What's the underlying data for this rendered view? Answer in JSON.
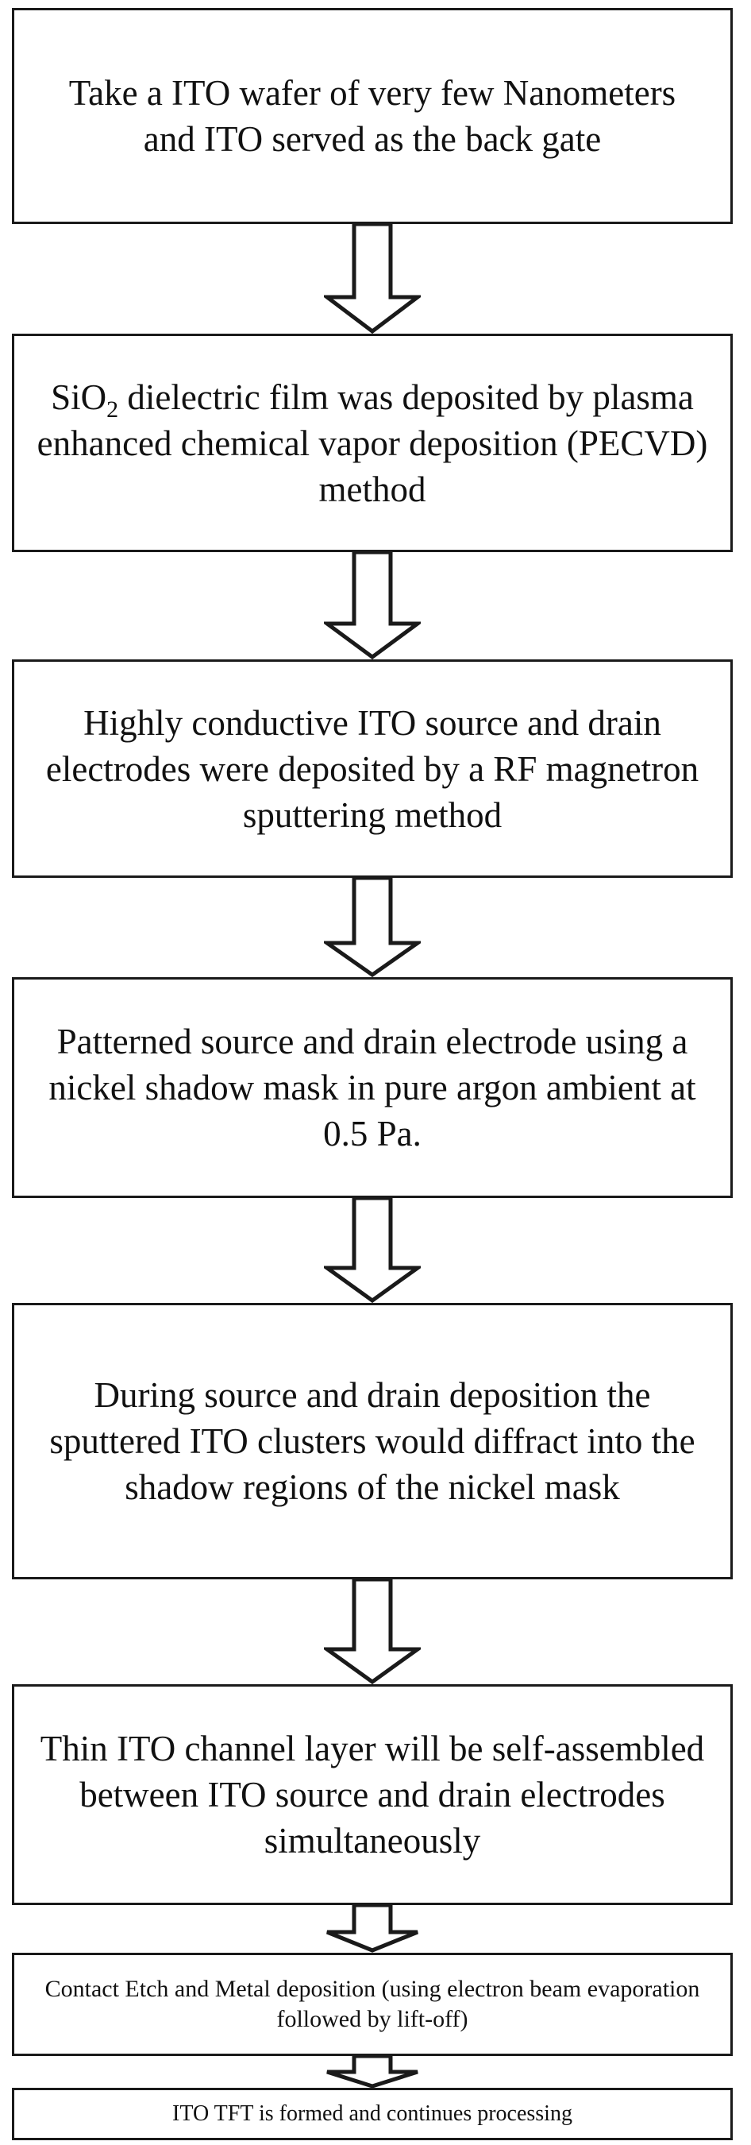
{
  "steps": [
    {
      "id": "s1",
      "text": "Take a ITO wafer of very few Nanometers and ITO served as the back gate"
    },
    {
      "id": "s2",
      "text_pre": "SiO",
      "text_sub": "2",
      "text_post": " dielectric film was deposited by plasma enhanced chemical vapor deposition (PECVD) method"
    },
    {
      "id": "s3",
      "text": "Highly conductive ITO source and drain electrodes were deposited by a RF magnetron sputtering method"
    },
    {
      "id": "s4",
      "text": "Patterned source and drain electrode using a nickel shadow mask in pure argon ambient at 0.5 Pa."
    },
    {
      "id": "s5",
      "text": "During source and drain deposition the sputtered ITO clusters would diffract into the shadow regions of the nickel mask"
    },
    {
      "id": "s6",
      "text": "Thin ITO channel layer will be self-assembled between ITO source and drain electrodes simultaneously"
    },
    {
      "id": "s7",
      "text": "Contact Etch and Metal deposition (using electron beam evaporation followed by lift-off)"
    },
    {
      "id": "s8",
      "text": "ITO TFT is formed and continues processing"
    }
  ],
  "colors": {
    "border": "#1a1a1a",
    "background": "#ffffff",
    "text": "#111111"
  }
}
